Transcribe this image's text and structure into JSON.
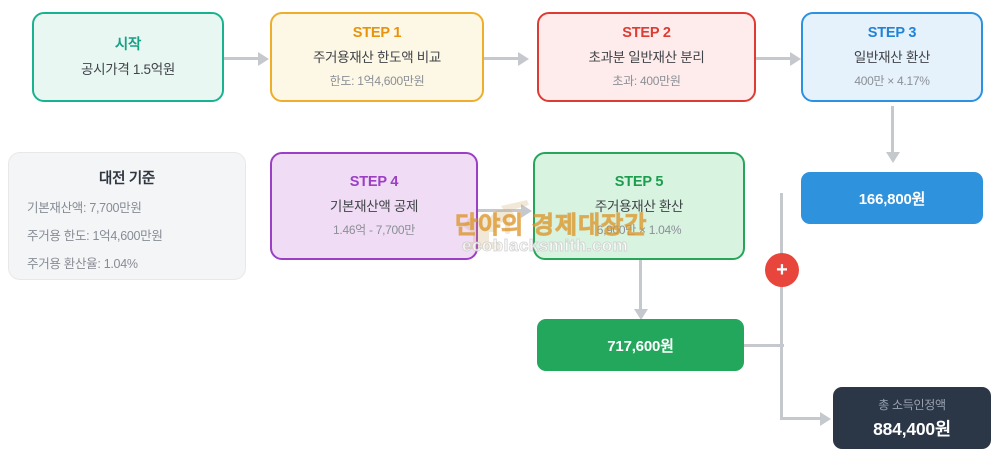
{
  "diagram": {
    "nodes": {
      "start": {
        "title": "시작",
        "sub": "공시가격 1.5억원",
        "note": ""
      },
      "step1": {
        "title": "STEP 1",
        "sub": "주거용재산 한도액 비교",
        "note": "한도: 1억4,600만원"
      },
      "step2": {
        "title": "STEP 2",
        "sub": "초과분 일반재산 분리",
        "note": "초과: 400만원"
      },
      "step3": {
        "title": "STEP 3",
        "sub": "일반재산 환산",
        "note": "400만 × 4.17%"
      },
      "step4": {
        "title": "STEP 4",
        "sub": "기본재산액 공제",
        "note": "1.46억 - 7,700만"
      },
      "step5": {
        "title": "STEP 5",
        "sub": "주거용재산 환산",
        "note": "6,900만 × 1.04%"
      }
    },
    "panel": {
      "title": "대전 기준",
      "rows": [
        "기본재산액: 7,700만원",
        "주거용 한도: 1억4,600만원",
        "주거용 환산율: 1.04%"
      ]
    },
    "results": {
      "general_converted": "166,800원",
      "housing_converted": "717,600원"
    },
    "total": {
      "caption": "총 소득인정액",
      "value": "884,400원"
    },
    "operator": {
      "plus": "+",
      "icon_name": "plus-icon"
    },
    "watermark": {
      "brand": "단야의 경제대장간",
      "url": "ecoblacksmith.com",
      "icon_name": "anvil-icon"
    },
    "colors": {
      "start": "#16a085",
      "step1": "#e8930c",
      "step2": "#dd3b33",
      "step3": "#2282d6",
      "step4": "#9b3fc4",
      "step5": "#1d9e4f",
      "result_blue": "#2e92dd",
      "result_green": "#22a75c",
      "total_bg": "#2b3647",
      "plus_bg": "#e8453c",
      "connector": "#c5c9cd"
    }
  }
}
